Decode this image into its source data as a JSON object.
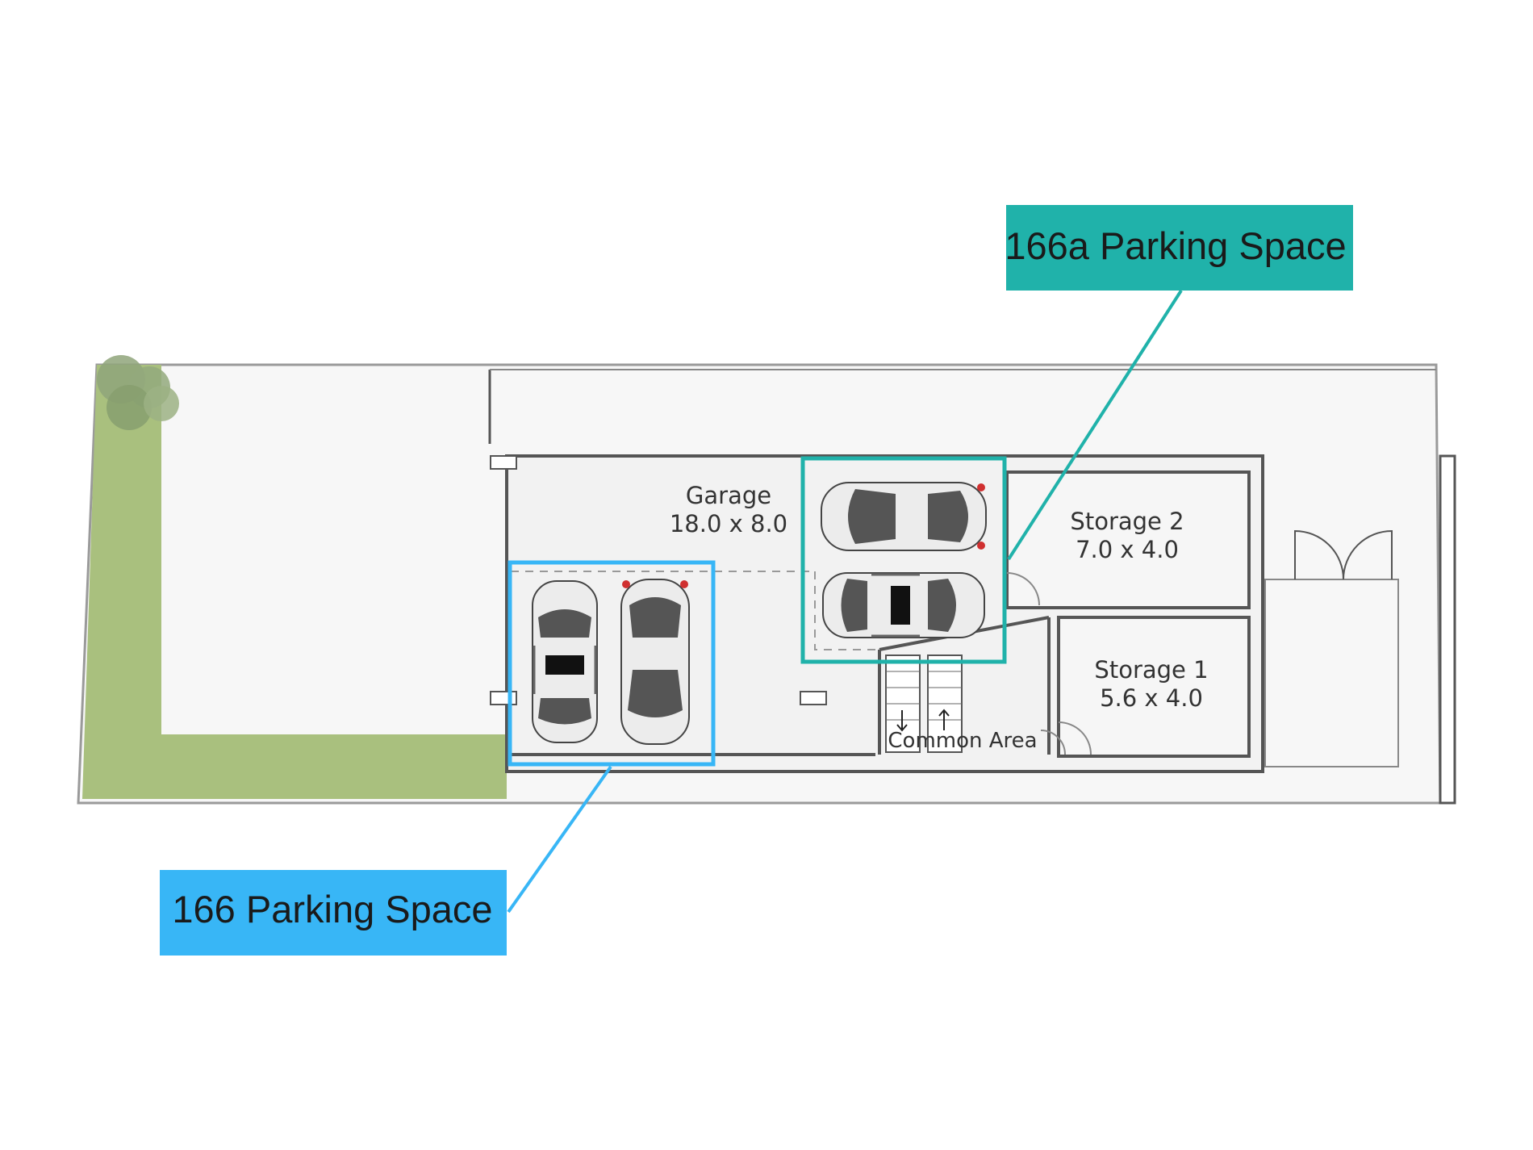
{
  "rooms": {
    "garage": {
      "name": "Garage",
      "size": "18.0 x 8.0"
    },
    "storage2": {
      "name": "Storage 2",
      "size": "7.0 x 4.0"
    },
    "storage1": {
      "name": "Storage 1",
      "size": "5.6 x 4.0"
    },
    "common": {
      "name": "Common Area"
    }
  },
  "callouts": {
    "space_166a": {
      "label": "166a Parking Space",
      "color": "#20b2aa"
    },
    "space_166": {
      "label": "166 Parking Space",
      "color": "#38b6f6"
    }
  },
  "colors": {
    "grass": "#a9c07e",
    "wall": "#555555",
    "floor": "#f6f6f6"
  }
}
